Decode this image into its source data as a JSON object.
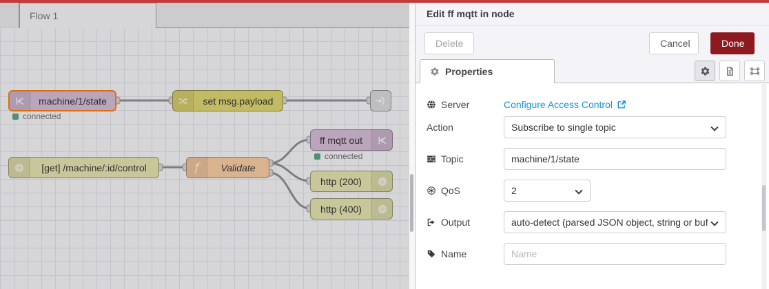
{
  "colors": {
    "top_bar": "#c43b3b",
    "done_button": "#8c1a1e",
    "link_blue": "#0f95dd",
    "selection_orange": "#ff7f0e",
    "status_green": "#5aa57d",
    "node_mqtt": "#d8bfd8",
    "node_change": "#e2d96e",
    "node_http": "#e7e7ae",
    "node_function": "#fdd0a2",
    "node_link": "#dddddd"
  },
  "workspace": {
    "tab_label": "Flow 1",
    "nodes": [
      {
        "label": "machine/1/state",
        "status": "connected"
      },
      {
        "label": "set msg.payload"
      },
      {
        "label": ""
      },
      {
        "label": "[get] /machine/:id/control"
      },
      {
        "label": "Validate"
      },
      {
        "label": "ff mqtt out",
        "status": "connected"
      },
      {
        "label": "http (200)"
      },
      {
        "label": "http (400)"
      }
    ]
  },
  "panel": {
    "title": "Edit ff mqtt in node",
    "delete_label": "Delete",
    "cancel_label": "Cancel",
    "done_label": "Done",
    "properties_tab_label": "Properties",
    "fields": {
      "server": {
        "label": "Server",
        "link_text": "Configure Access Control"
      },
      "action": {
        "label": "Action",
        "value": "Subscribe to single topic"
      },
      "topic": {
        "label": "Topic",
        "value": "machine/1/state"
      },
      "qos": {
        "label": "QoS",
        "value": "2"
      },
      "output": {
        "label": "Output",
        "value": "auto-detect (parsed JSON object, string or buffer)"
      },
      "name": {
        "label": "Name",
        "placeholder": "Name"
      }
    }
  }
}
